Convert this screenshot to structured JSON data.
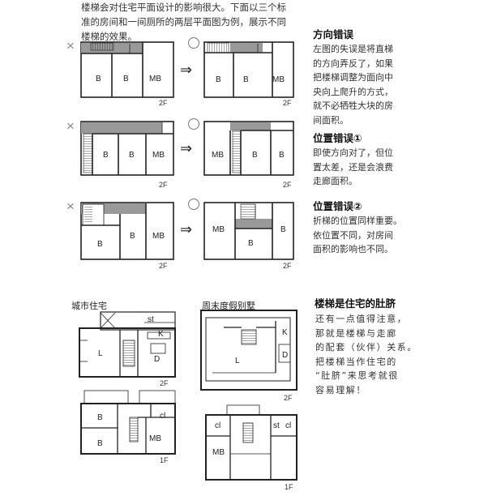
{
  "intro": {
    "lines": [
      "楼梯会对住宅平面设计的影响很大。下面以三个标",
      "准的房间和一间厕所的两层平面图为例，展示不同",
      "楼梯的效果。"
    ]
  },
  "sections": [
    {
      "title": "方向错误",
      "lines": [
        "左图的失误是将直梯",
        "的方向弄反了，如果",
        "把楼梯调整为面向中",
        "央向上爬升的方式，",
        "就不必牺牲大块的房",
        "间面积。"
      ]
    },
    {
      "title": "位置错误①",
      "lines": [
        "即使方向对了，但位",
        "置太差，还是会浪费",
        "走廊面积。"
      ]
    },
    {
      "title": "位置错误②",
      "lines": [
        "折梯的位置同样重要。",
        "依位置不同，对房间",
        "面积的影响也不同。"
      ]
    },
    {
      "title": "楼梯是住宅的肚脐",
      "lines": [
        "还有一点值得注意，",
        "那就是楼梯与走廊",
        "的配套（伙伴）关系。",
        "把楼梯当作住宅的",
        "“肚脐”来思考就很",
        "容易理解！"
      ]
    }
  ],
  "diagrams": {
    "wrong_mark": "×",
    "right_mark": "○",
    "arrow": "⇒",
    "rows": [
      {
        "left_rooms": [
          "B",
          "B",
          "MB"
        ],
        "right_rooms": [
          "B",
          "B",
          "MB"
        ],
        "left_floor": "2F",
        "right_floor": "2F"
      },
      {
        "left_rooms": [
          "B",
          "B",
          "MB"
        ],
        "right_rooms": [
          "MB",
          "B",
          "B"
        ],
        "left_floor": "2F",
        "right_floor": "2F"
      },
      {
        "left_rooms": [
          "B",
          "B",
          "MB"
        ],
        "right_rooms": [
          "MB",
          "B",
          "B"
        ],
        "left_floor": "2F",
        "right_floor": "2F"
      }
    ]
  },
  "plans": {
    "city_caption": "城市住宅",
    "weekend_caption": "周末度假别墅",
    "city_upper": {
      "rooms": [
        "st",
        "K",
        "L",
        "D"
      ],
      "floor": "2F"
    },
    "city_lower": {
      "rooms": [
        "B",
        "cl",
        "B",
        "MB"
      ],
      "floor": "1F"
    },
    "weekend_upper": {
      "rooms": [
        "K",
        "L",
        "D"
      ],
      "floor": "2F"
    },
    "weekend_lower": {
      "rooms": [
        "cl",
        "st",
        "cl",
        "MB"
      ],
      "floor": "1F"
    }
  }
}
